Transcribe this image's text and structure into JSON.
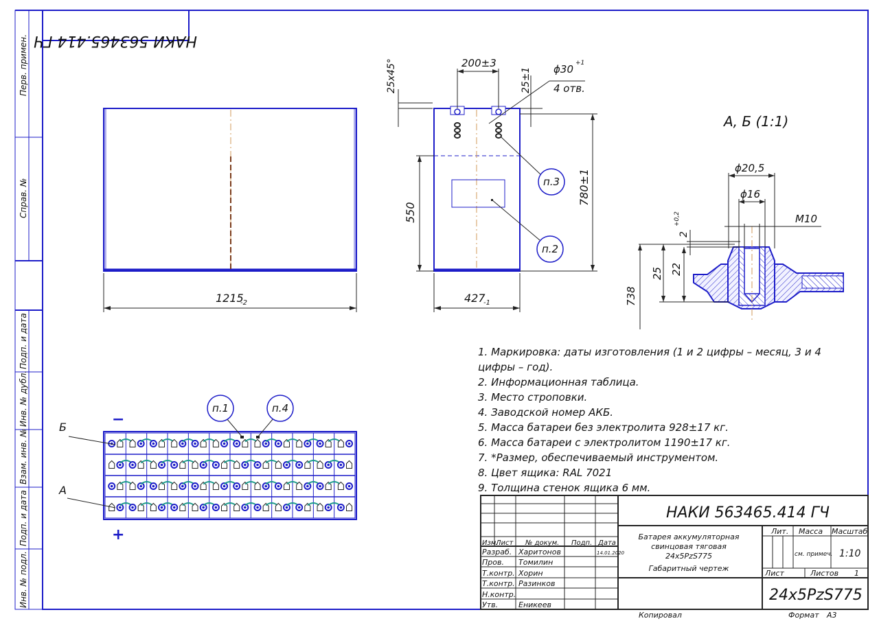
{
  "frame": {
    "mirrored_code": "НАКИ 563465.414 ГЧ",
    "side_labels": [
      "Перв. примен.",
      "Справ. №",
      "Подп. и дата",
      "Инв. № дубл.",
      "Взам. инв. №",
      "Подп. и дата",
      "Инв. № подл."
    ]
  },
  "views": {
    "front": {
      "dim_width": "1215",
      "dim_width_tol": "-2"
    },
    "side": {
      "dim_top": "200±3",
      "dim_chamfer": "25х45°",
      "dim_small": "25±1",
      "hole_dia": "ϕ30",
      "hole_tol": "+1",
      "hole_count": "4 отв.",
      "dim_550": "550",
      "dim_height": "780±1",
      "dim_width": "427",
      "dim_width_tol": "-1",
      "callout_p3": "п.3",
      "callout_p2": "п.2"
    },
    "detail": {
      "title": "А, Б (1:1)",
      "dia_outer": "ϕ20,5",
      "dia_inner": "ϕ16",
      "thread": "М10",
      "dim_2": "2",
      "dim_2_tol": "+0,2",
      "dim_25": "25",
      "dim_22": "22",
      "dim_738": "738"
    },
    "top": {
      "label_b": "Б",
      "label_a": "А",
      "callout_p1": "п.1",
      "callout_p4": "п.4",
      "minus_sign": "−",
      "plus_sign": "+"
    }
  },
  "notes": [
    "1. Маркировка: даты изготовления (1 и 2 цифры – месяц, 3 и 4",
    "цифры  – год).",
    "2. Информационная таблица.",
    "3. Место строповки.",
    "4. Заводской номер АКБ.",
    "5. Масса батареи без электролита 928±17 кг.",
    "6. Масса батареи с электролитом 1190±17 кг.",
    "7. *Размер, обеспечиваемый инструментом.",
    "8. Цвет ящика: RAL 7021",
    "9. Толщина стенок ящика 6 мм."
  ],
  "title_block": {
    "code": "НАКИ 563465.414 ГЧ",
    "name_lines": [
      "Батарея аккумуляторная",
      "свинцовая тяговая",
      "24х5PzS775",
      "Габаритный чертеж"
    ],
    "lit_label": "Лит.",
    "mass_label": "Масса",
    "scale_label": "Масштаб",
    "mass_value": "см. примеч.",
    "scale_value": "1:10",
    "sheet_label": "Лист",
    "sheets_label": "Листов",
    "sheets_value": "1",
    "designation": "24х5PzS775",
    "headers": [
      "Изм.",
      "Лист",
      "№ докум.",
      "Подп.",
      "Дата"
    ],
    "date_value": "14.01.2020",
    "rows": [
      {
        "role": "Разраб.",
        "name": "Харитонов"
      },
      {
        "role": "Пров.",
        "name": "Томилин"
      },
      {
        "role": "Т.контр.",
        "name": "Хорин"
      },
      {
        "role": "Т.контр.",
        "name": "Разинков"
      },
      {
        "role": "Н.контр.",
        "name": ""
      },
      {
        "role": "Утв.",
        "name": "Еникеев"
      }
    ],
    "copied": "Копировал",
    "format_label": "Формат",
    "format_value": "А3"
  }
}
